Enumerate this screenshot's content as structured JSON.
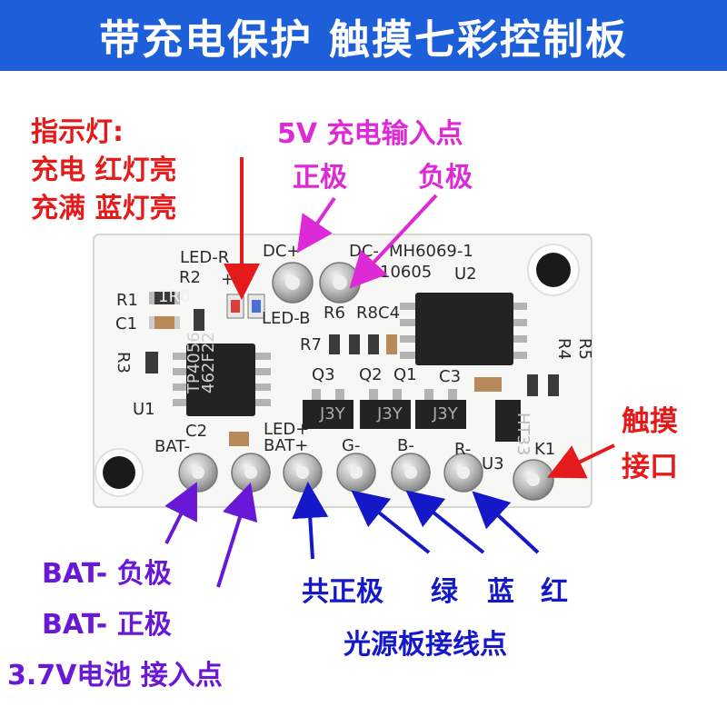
{
  "banner": {
    "title": "带充电保护 触摸七彩控制板",
    "color": "#1d5fd8"
  },
  "indicator": {
    "title": "指示灯:",
    "charging": "充电 红灯亮",
    "full": "充满 蓝灯亮"
  },
  "charge_input": {
    "title": "5V 充电输入点",
    "positive": "正极",
    "negative": "负极"
  },
  "touch": {
    "line1": "触摸",
    "line2": "接口"
  },
  "battery": {
    "negative": "BAT- 负极",
    "positive": "BAT- 正极",
    "input": "3.7V电池 接入点"
  },
  "light": {
    "common": "共正极",
    "green": "绿",
    "blue": "蓝",
    "red": "红",
    "caption": "光源板接线点"
  },
  "pcb": {
    "dc_plus": "DC+",
    "dc_minus": "DC-",
    "model": "MH6069-1",
    "date": "10605",
    "u2": "U2",
    "led_r": "LED-R",
    "r2": "R2",
    "plus_plus": "+ +",
    "r1": "R1",
    "c1": "C1",
    "r3": "R3",
    "u1": "U1",
    "chip1": "TP4056",
    "chip1b": "462F22",
    "led_b": "LED-B",
    "r6": "R6",
    "r8": "R8",
    "c4": "C4",
    "r7": "R7",
    "r4": "R4",
    "r5": "R5",
    "q3": "Q3",
    "q2": "Q2",
    "q1": "Q1",
    "c3": "C3",
    "c2": "C2",
    "bat_minus": "BAT-",
    "led_plus": "LED+",
    "bat_plus": "BAT+",
    "g_minus": "G-",
    "b_minus": "B-",
    "r_minus": "R-",
    "u3": "U3",
    "k1": "K1",
    "u3_chip": "HT33",
    "r1_val": "1R0",
    "tr_mark": "J3Y"
  },
  "colors": {
    "red": "#e51b1b",
    "magenta": "#dd2ad6",
    "purple": "#6a18d8",
    "navy": "#1418c9"
  }
}
